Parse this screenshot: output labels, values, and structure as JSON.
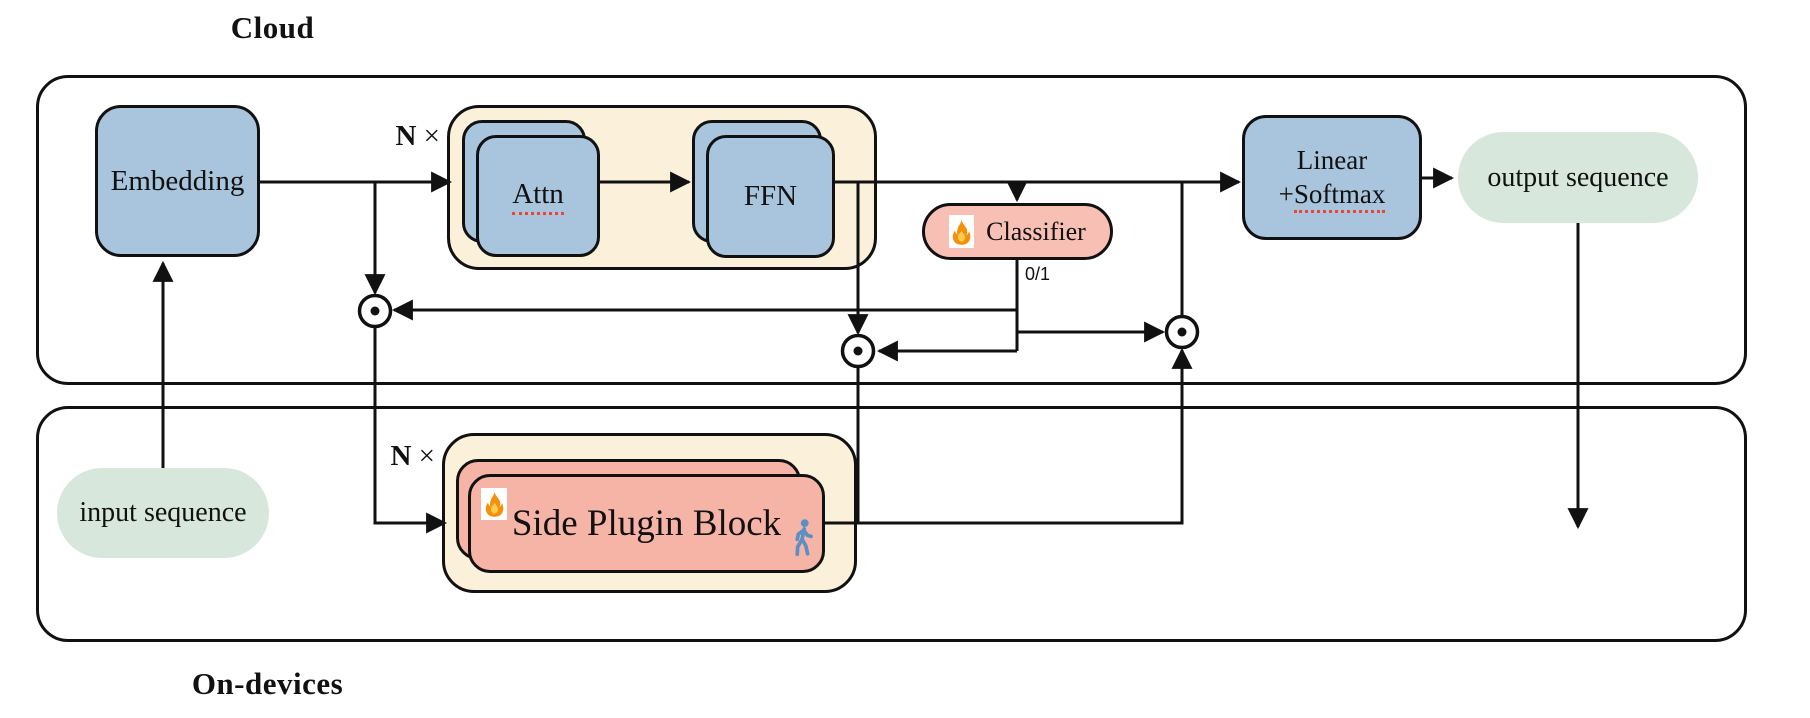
{
  "regions": {
    "cloud_label": "Cloud",
    "devices_label": "On-devices"
  },
  "repeat": {
    "n": "N",
    "times": "×"
  },
  "nodes": {
    "embedding": "Embedding",
    "attn": "Attn",
    "ffn": "FFN",
    "classifier": "Classifier",
    "linear_line1": "Linear",
    "linear_line2_prefix": "+",
    "linear_line2_word": "Softmax",
    "output_sequence": "output sequence",
    "input_sequence": "input sequence",
    "side_plugin": "Side Plugin Block"
  },
  "labels": {
    "classifier_gate": "0/1"
  },
  "icons": {
    "fire": "🔥",
    "walking_person": "🚶",
    "elementwise_product": "⊙"
  },
  "colors": {
    "block_blue": "#a9c5dd",
    "container_tan": "#fbf0d9",
    "block_pink": "#f8c0b4",
    "side_pink": "#f6b4a7",
    "pill_green": "#d8e7db",
    "line_black": "#111111",
    "underline_red": "#ee4433",
    "walk_blue": "#5d8fc2",
    "flame_orange": "#f4900c",
    "flame_yellow": "#ffcc4d"
  }
}
